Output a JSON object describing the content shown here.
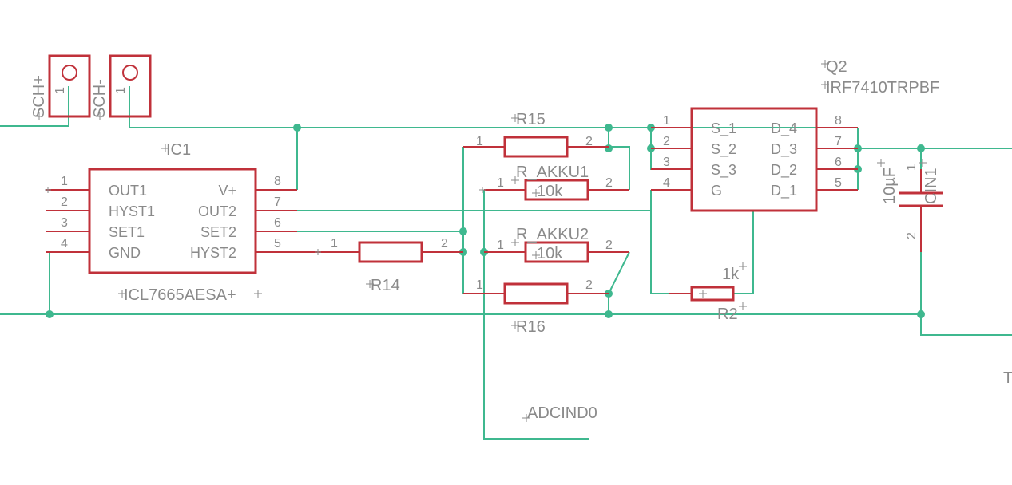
{
  "connectors": {
    "sch_plus": {
      "name": "SCH+",
      "pin": "1"
    },
    "sch_minus": {
      "name": "SCH-",
      "pin": "1"
    }
  },
  "ic1": {
    "name": "IC1",
    "value": "ICL7665AESA+",
    "left_pins": [
      {
        "num": "1",
        "label": "OUT1"
      },
      {
        "num": "2",
        "label": "HYST1"
      },
      {
        "num": "3",
        "label": "SET1"
      },
      {
        "num": "4",
        "label": "GND"
      }
    ],
    "right_pins": [
      {
        "num": "8",
        "label": "V+"
      },
      {
        "num": "7",
        "label": "OUT2"
      },
      {
        "num": "6",
        "label": "SET2"
      },
      {
        "num": "5",
        "label": "HYST2"
      }
    ]
  },
  "r14": {
    "name": "R14",
    "pin1": "1",
    "pin2": "2"
  },
  "r15": {
    "name": "R15",
    "pin1": "1",
    "pin2": "2"
  },
  "r16": {
    "name": "R16",
    "pin1": "1",
    "pin2": "2"
  },
  "r_akku1": {
    "name": "R_AKKU1",
    "value": "10k",
    "pin1": "1",
    "pin2": "2"
  },
  "r_akku2": {
    "name": "R_AKKU2",
    "value": "10k",
    "pin1": "1",
    "pin2": "2"
  },
  "r2": {
    "name": "R2",
    "value": "1k"
  },
  "q2": {
    "name": "Q2",
    "value": "IRF7410TRPBF",
    "left_pins": [
      {
        "num": "1",
        "label": "S_1"
      },
      {
        "num": "2",
        "label": "S_2"
      },
      {
        "num": "3",
        "label": "S_3"
      },
      {
        "num": "4",
        "label": "G"
      }
    ],
    "right_pins": [
      {
        "num": "8",
        "label": "D_4"
      },
      {
        "num": "7",
        "label": "D_3"
      },
      {
        "num": "6",
        "label": "D_2"
      },
      {
        "num": "5",
        "label": "D_1"
      }
    ]
  },
  "cin1": {
    "name": "CIN1",
    "value": "10µF",
    "pin1": "1",
    "pin2": "2"
  },
  "net_labels": {
    "adc": "ADCIND0",
    "edge": "T"
  }
}
